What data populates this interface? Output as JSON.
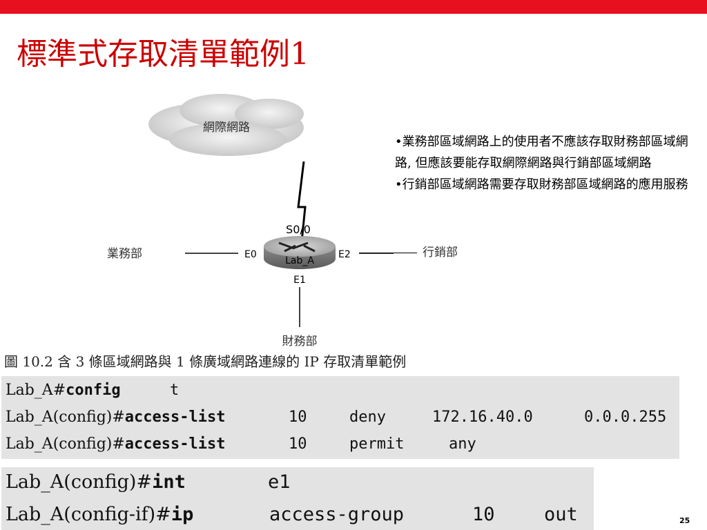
{
  "slide": {
    "title": "標準式存取清單範例1",
    "page_number": "25"
  },
  "diagram": {
    "cloud_label": "網際網路",
    "router_name": "Lab_A",
    "serial_interface": "S0/0",
    "left_interface": "E0",
    "right_interface": "E2",
    "bottom_interface": "E1",
    "left_network": "業務部",
    "right_network": "行銷部",
    "bottom_network": "財務部"
  },
  "notes": {
    "bullets": [
      "•業務部區域網路上的使用者不應該存取財務部區域網路, 但應該要能存取網際網路與行銷部區域網路",
      "•行銷部區域網路需要存取財務部區域網路的應用服務"
    ]
  },
  "caption": "圖 10.2 含 3 條區域網路與 1 條廣域網路連線的 IP 存取清單範例",
  "commands": {
    "block1": [
      {
        "prompt": "Lab_A#",
        "keyword": "config",
        "args": [
          "t"
        ]
      },
      {
        "prompt": "Lab_A(config)#",
        "keyword": "access-list",
        "args": [
          "10",
          "deny",
          "172.16.40.0",
          "0.0.0.255"
        ]
      },
      {
        "prompt": "Lab_A(config)#",
        "keyword": "access-list",
        "args": [
          "10",
          "permit",
          "any"
        ]
      }
    ],
    "block2": [
      {
        "prompt": "Lab_A(config)#",
        "keyword": "int",
        "args": [
          "e1"
        ]
      },
      {
        "prompt": "Lab_A(config-if)#",
        "keyword": "ip",
        "args": [
          "access-group",
          "10",
          "out"
        ]
      }
    ]
  },
  "colors": {
    "top_bar": "#e8101e",
    "title": "#cc0000",
    "code_background": "#e3e3e3"
  }
}
